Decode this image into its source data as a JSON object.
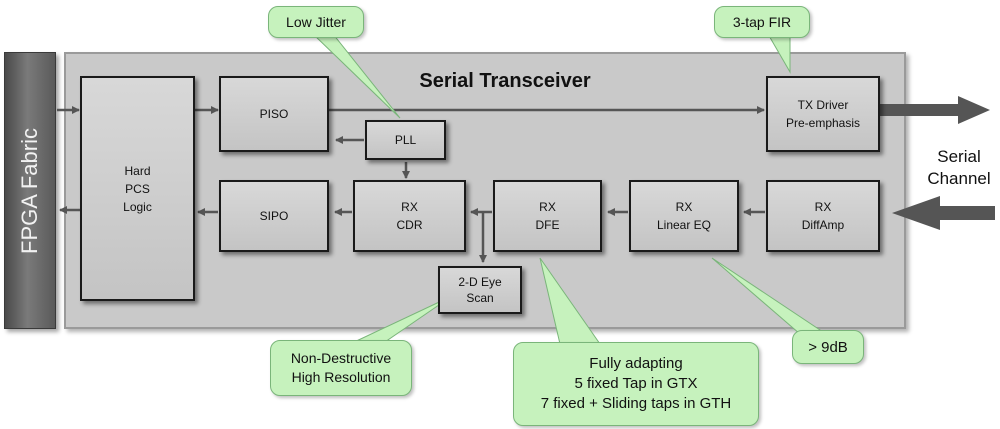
{
  "fabric_label": "FPGA Fabric",
  "title": "Serial Transceiver",
  "blocks": {
    "pcs": [
      "Hard",
      "PCS",
      "Logic"
    ],
    "piso": "PISO",
    "pll": "PLL",
    "tx_driver": [
      "TX Driver",
      "Pre-emphasis"
    ],
    "sipo": "SIPO",
    "rx_cdr": [
      "RX",
      "CDR"
    ],
    "rx_dfe": [
      "RX",
      "DFE"
    ],
    "rx_linear_eq": [
      "RX",
      "Linear EQ"
    ],
    "rx_diffamp": [
      "RX",
      "DiffAmp"
    ],
    "eye_scan": [
      "2-D Eye",
      "Scan"
    ]
  },
  "callouts": {
    "low_jitter": "Low Jitter",
    "fir": "3-tap FIR",
    "eye": [
      "Non-Destructive",
      "High Resolution"
    ],
    "dfe": [
      "Fully adapting",
      "5 fixed Tap in GTX",
      "7 fixed + Sliding taps in GTH"
    ],
    "eq": "> 9dB"
  },
  "serial_channel": [
    "Serial",
    "Channel"
  ],
  "colors": {
    "callout_fill": "#c6f2bd",
    "block_fill": "#cdcdcd",
    "container_fill": "#c9c9c9",
    "fabric_fill": "#5e5e5e"
  }
}
